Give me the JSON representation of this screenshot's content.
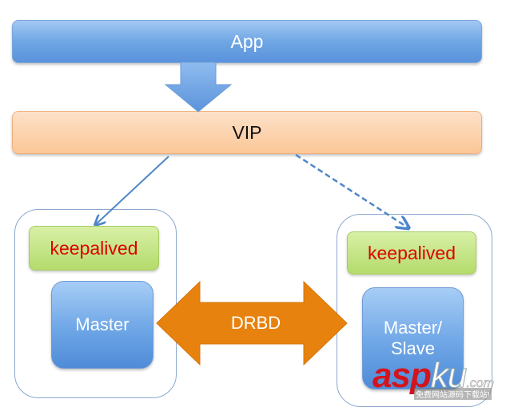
{
  "diagram": {
    "app": {
      "label": "App"
    },
    "vip": {
      "label": "VIP"
    },
    "nodes": [
      {
        "keepalived_label": "keepalived",
        "server_label": "Master"
      },
      {
        "keepalived_label": "keepalived",
        "server_label_line1": "Master/",
        "server_label_line2": "Slave"
      }
    ],
    "replication": {
      "label": "DRBD"
    },
    "edges": [
      {
        "from": "App",
        "to": "VIP",
        "style": "block-arrow"
      },
      {
        "from": "VIP",
        "to": "keepalived (left)",
        "style": "solid"
      },
      {
        "from": "VIP",
        "to": "keepalived (right)",
        "style": "dashed"
      },
      {
        "from": "Master",
        "to": "Master/Slave",
        "style": "double-block-arrow",
        "label": "DRBD"
      }
    ],
    "colors": {
      "app": "#6fa6e4",
      "vip": "#fbc797",
      "keepalived": "#b4db6c",
      "keepalived_text": "#e00000",
      "server": "#6ea6e6",
      "drbd": "#e8820f",
      "connector": "#4f86c9"
    }
  },
  "watermark": {
    "brand_asp": "asp",
    "brand_ku": "ku",
    "domain": ".com",
    "tagline": "免费网站源码下载站!"
  }
}
